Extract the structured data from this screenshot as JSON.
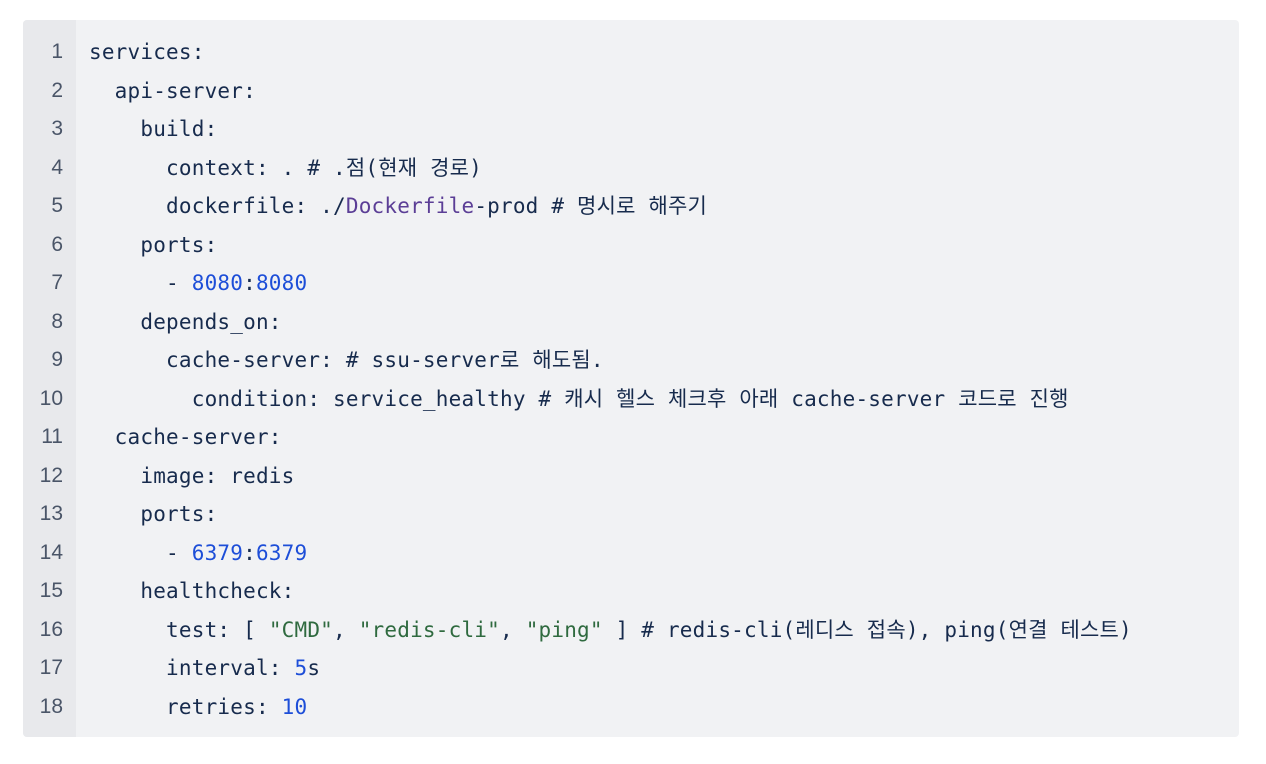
{
  "code_block": {
    "language": "yaml",
    "colors": {
      "background": "#f1f2f4",
      "gutter_background": "#e8e9ec",
      "line_number": "#4a5568",
      "text": "#172b4d",
      "number": "#1d4ed8",
      "string": "#2f6a3f",
      "class_name": "#5b3e96"
    },
    "lines": [
      {
        "number": "1",
        "tokens": [
          {
            "text": "services:",
            "type": "plain"
          }
        ]
      },
      {
        "number": "2",
        "tokens": [
          {
            "text": "  api-server:",
            "type": "plain"
          }
        ]
      },
      {
        "number": "3",
        "tokens": [
          {
            "text": "    build:",
            "type": "plain"
          }
        ]
      },
      {
        "number": "4",
        "tokens": [
          {
            "text": "      context: . # .점(현재 경로)",
            "type": "plain"
          }
        ]
      },
      {
        "number": "5",
        "tokens": [
          {
            "text": "      dockerfile: ./",
            "type": "plain"
          },
          {
            "text": "Dockerfile",
            "type": "cls"
          },
          {
            "text": "-prod # 명시로 해주기",
            "type": "plain"
          }
        ]
      },
      {
        "number": "6",
        "tokens": [
          {
            "text": "    ports:",
            "type": "plain"
          }
        ]
      },
      {
        "number": "7",
        "tokens": [
          {
            "text": "      - ",
            "type": "plain"
          },
          {
            "text": "8080",
            "type": "num"
          },
          {
            "text": ":",
            "type": "plain"
          },
          {
            "text": "8080",
            "type": "num"
          }
        ]
      },
      {
        "number": "8",
        "tokens": [
          {
            "text": "    depends_on:",
            "type": "plain"
          }
        ]
      },
      {
        "number": "9",
        "tokens": [
          {
            "text": "      cache-server: # ssu-server로 해도됨.",
            "type": "plain"
          }
        ]
      },
      {
        "number": "10",
        "tokens": [
          {
            "text": "        condition: service_healthy # 캐시 헬스 체크후 아래 cache-server 코드로 진행",
            "type": "plain"
          }
        ]
      },
      {
        "number": "11",
        "tokens": [
          {
            "text": "  cache-server:",
            "type": "plain"
          }
        ]
      },
      {
        "number": "12",
        "tokens": [
          {
            "text": "    image: redis",
            "type": "plain"
          }
        ]
      },
      {
        "number": "13",
        "tokens": [
          {
            "text": "    ports:",
            "type": "plain"
          }
        ]
      },
      {
        "number": "14",
        "tokens": [
          {
            "text": "      - ",
            "type": "plain"
          },
          {
            "text": "6379",
            "type": "num"
          },
          {
            "text": ":",
            "type": "plain"
          },
          {
            "text": "6379",
            "type": "num"
          }
        ]
      },
      {
        "number": "15",
        "tokens": [
          {
            "text": "    healthcheck:",
            "type": "plain"
          }
        ]
      },
      {
        "number": "16",
        "tokens": [
          {
            "text": "      test: [ ",
            "type": "plain"
          },
          {
            "text": "\"CMD\"",
            "type": "str"
          },
          {
            "text": ", ",
            "type": "plain"
          },
          {
            "text": "\"redis-cli\"",
            "type": "str"
          },
          {
            "text": ", ",
            "type": "plain"
          },
          {
            "text": "\"ping\"",
            "type": "str"
          },
          {
            "text": " ] # redis-cli(레디스 접속), ping(연결 테스트)",
            "type": "plain"
          }
        ]
      },
      {
        "number": "17",
        "tokens": [
          {
            "text": "      interval: ",
            "type": "plain"
          },
          {
            "text": "5",
            "type": "num"
          },
          {
            "text": "s",
            "type": "plain"
          }
        ]
      },
      {
        "number": "18",
        "tokens": [
          {
            "text": "      retries: ",
            "type": "plain"
          },
          {
            "text": "10",
            "type": "num"
          }
        ]
      }
    ]
  }
}
